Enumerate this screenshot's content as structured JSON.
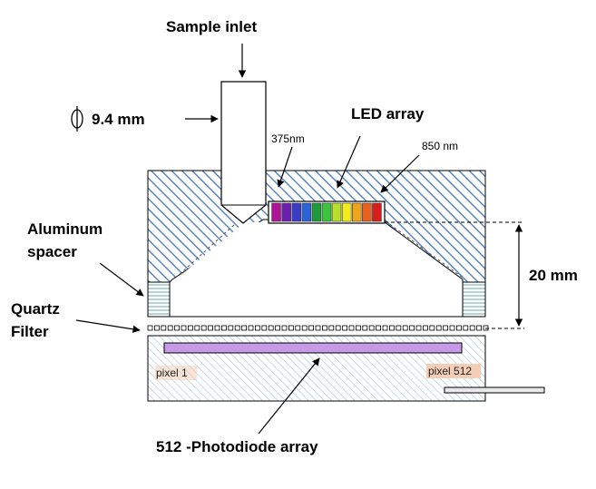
{
  "labels": {
    "sample_inlet": "Sample inlet",
    "diameter": "9.4 mm",
    "led_array": "LED array",
    "wavelength_min": "375nm",
    "wavelength_max": "850 nm",
    "aluminum_spacer_1": "Aluminum",
    "aluminum_spacer_2": "spacer",
    "quartz_filter_1": "Quartz",
    "quartz_filter_2": "Filter",
    "height": "20 mm",
    "pixel_first": "pixel 1",
    "pixel_last": "pixel 512",
    "photodiode_array": "512 -Photodiode array"
  },
  "colors": {
    "hatch_blue": "#5b86c4",
    "hatch_light": "#9fc4dc",
    "spacer_teal": "#7fb8b4",
    "photodiode_strip": "#c79ae8",
    "pixel_badge": "#f3cdb5",
    "led_colors": [
      "#b0129a",
      "#6a1fb0",
      "#3a3cc8",
      "#2a62d8",
      "#1f9a3a",
      "#3cc43c",
      "#b8e02a",
      "#f2ec1e",
      "#f0a41c",
      "#e8601c",
      "#d81c1c"
    ]
  },
  "icons": {
    "diameter_symbol": "diameter-symbol-icon"
  }
}
